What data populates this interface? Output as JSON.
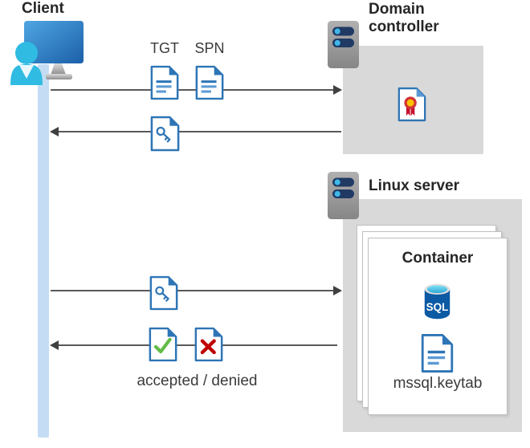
{
  "diagram": {
    "client": {
      "label": "Client"
    },
    "domain_controller": {
      "label": "Domain controller"
    },
    "linux_server": {
      "label": "Linux server"
    },
    "container": {
      "title": "Container",
      "sql_label": "SQL",
      "keytab_label": "mssql.keytab"
    },
    "flow_labels": {
      "tgt": "TGT",
      "spn": "SPN",
      "accepted_denied": "accepted / denied"
    }
  },
  "icons": {
    "client": "user-computer-icon",
    "servers": "server-icon",
    "ticket_documents": "document-icon",
    "key_ticket": "key-document-icon",
    "certificate": "certificate-icon",
    "accepted": "check-document-icon",
    "denied": "x-document-icon",
    "database": "sql-database-icon"
  },
  "colors": {
    "document_blue": "#2E75B6",
    "document_line_blue": "#5B9BD5",
    "lifeline_blue": "#C5DDF4",
    "box_gray": "#D9D9D9",
    "arrow_gray": "#58595B",
    "accepted_green": "#62BB46",
    "denied_red": "#C00000",
    "sql_body_blue": "#0C59A4",
    "sql_top_cyan": "#45C2E9",
    "client_cyan": "#30BBE3",
    "monitor_blue": "#2F7FC6",
    "server_pill_navy": "#203A64",
    "server_dot_cyan": "#3FB8E8",
    "certificate_ring_red": "#D13438",
    "certificate_seal_yellow": "#FFC000"
  }
}
